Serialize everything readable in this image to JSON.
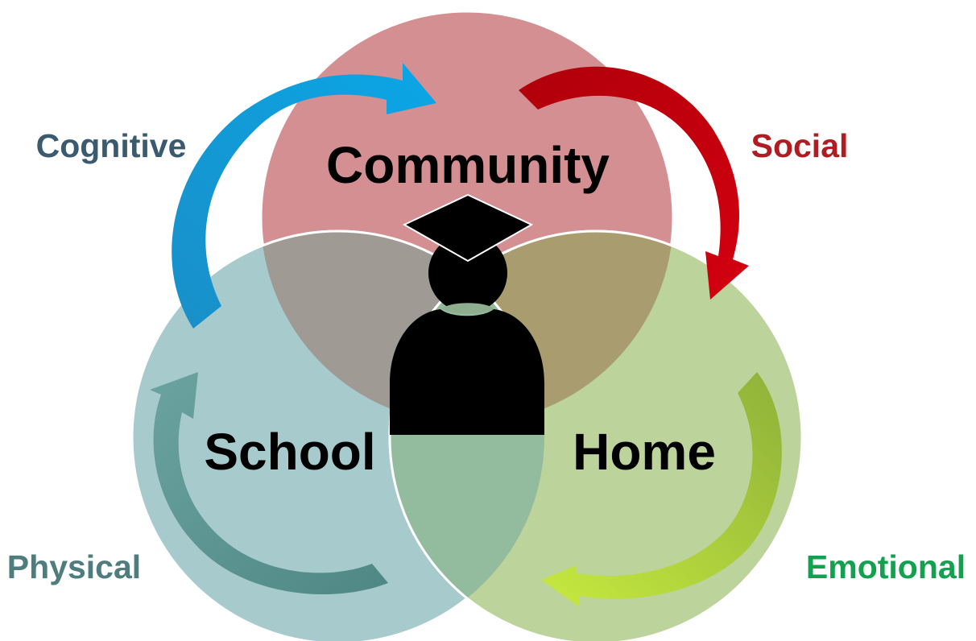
{
  "circles": {
    "community": {
      "label": "Community",
      "color": "#d48f92"
    },
    "school": {
      "label": "School",
      "color": "#a7cacd"
    },
    "home": {
      "label": "Home",
      "color": "#bcd39b"
    }
  },
  "overlaps": {
    "community_school": "#9f9a93",
    "community_home": "#a99d6f",
    "school_home": "#93bb9e"
  },
  "arrows": {
    "cognitive": {
      "label": "Cognitive",
      "label_color": "#3b5a6e",
      "arrow_color": "#1a9fd9"
    },
    "social": {
      "label": "Social",
      "label_color": "#b01c22",
      "arrow_color": "#c4000a"
    },
    "emotional": {
      "label": "Emotional",
      "label_color": "#13a150",
      "arrow_color": "#9fc63b"
    },
    "physical": {
      "label": "Physical",
      "label_color": "#4f7d7d",
      "arrow_color": "#5a9592"
    }
  },
  "center_figure": {
    "icon": "graduate-student-icon",
    "color": "#000000"
  }
}
